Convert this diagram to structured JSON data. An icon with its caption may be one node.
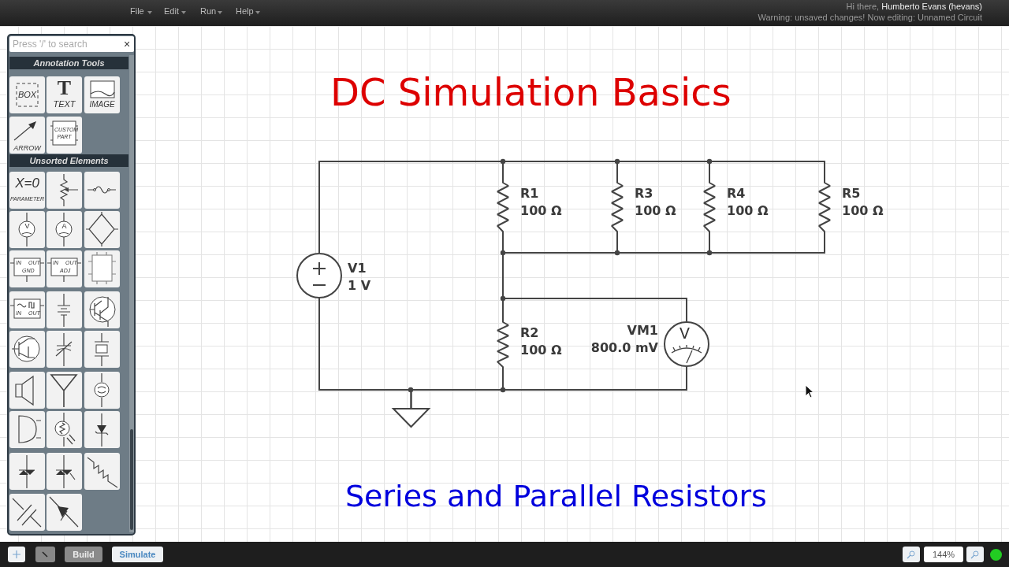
{
  "diagram": {
    "title": "DC Simulation Basics",
    "caption": "Series and Parallel Resistors",
    "nodes": [
      {
        "text": [
          "R1",
          "100 Ω"
        ]
      },
      {
        "text": [
          "R3",
          "100 Ω"
        ]
      },
      {
        "text": [
          "R4",
          "100 Ω"
        ]
      },
      {
        "text": [
          "R5",
          "100 Ω"
        ]
      },
      {
        "text": [
          "V1",
          "1 V"
        ]
      },
      {
        "text": [
          "R2",
          "100 Ω"
        ]
      },
      {
        "text": [
          "VM1",
          "800.0 mV",
          "V"
        ]
      },
      {
        "text": [],
        "shape": "triangle"
      }
    ],
    "edges": [
      {
        "from": 4,
        "to": 0,
        "arrow": "none"
      },
      {
        "from": 0,
        "to": 1,
        "arrow": "none"
      },
      {
        "from": 1,
        "to": 2,
        "arrow": "none"
      },
      {
        "from": 2,
        "to": 3,
        "arrow": "none"
      },
      {
        "from": 0,
        "to": 1,
        "arrow": "none"
      },
      {
        "from": 1,
        "to": 2,
        "arrow": "none"
      },
      {
        "from": 2,
        "to": 3,
        "arrow": "none"
      },
      {
        "from": 0,
        "to": 5,
        "arrow": "none"
      },
      {
        "from": 5,
        "to": 6,
        "arrow": "none"
      },
      {
        "from": 4,
        "to": 7,
        "arrow": "none"
      },
      {
        "from": 7,
        "to": 5,
        "arrow": "none"
      },
      {
        "from": 5,
        "to": 6,
        "arrow": "none"
      }
    ],
    "labels": [
      "File",
      "Edit",
      "Run",
      "Help",
      "Hi there, **Humberto Evans (hevans)**",
      "Warning: unsaved changes! Now editing: Unnamed Circuit",
      "Press '/' to search",
      "×",
      "Annotation Tools",
      "BOX",
      "T",
      "TEXT",
      "IMAGE",
      "ARROW",
      "CUSTOM PART",
      "Unsorted Elements",
      "X=0",
      "PARAMETER",
      "V",
      "A",
      "IN",
      "OUT",
      "GND",
      "IN",
      "OUT",
      "ADJ",
      "IN",
      "OUT",
      "Build",
      "Simulate",
      "144%"
    ]
  }
}
